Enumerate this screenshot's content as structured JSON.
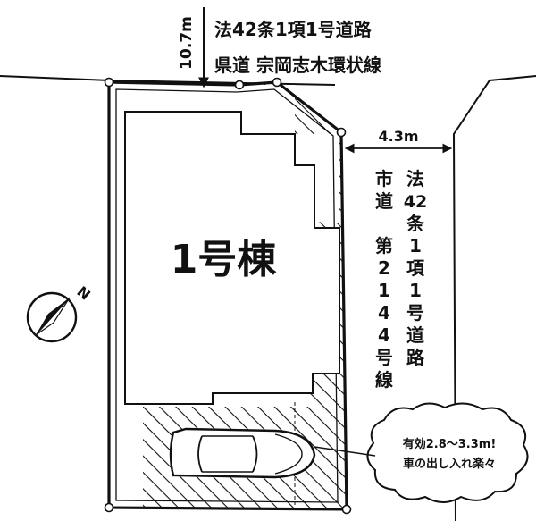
{
  "north_road": {
    "width_label": "10.7m",
    "legal_label": "法42条1項1号道路",
    "name_label": "県道 宗岡志木環状線"
  },
  "east_road": {
    "width_label": "4.3m",
    "legal_chars": [
      "法",
      "42",
      "条",
      "1",
      "項",
      "1",
      "号",
      "道",
      "路"
    ],
    "name_chars": [
      "市",
      "道",
      "",
      "第",
      "2",
      "1",
      "4",
      "4",
      "号",
      "線"
    ]
  },
  "building": {
    "label": "1号棟"
  },
  "compass": {
    "label": "N",
    "icon": "north-arrow-icon"
  },
  "callout": {
    "line1": "有効2.8～3.3m!",
    "line2": "車の出し入れ楽々"
  },
  "colors": {
    "ink": "#111111",
    "paper": "#ffffff"
  }
}
